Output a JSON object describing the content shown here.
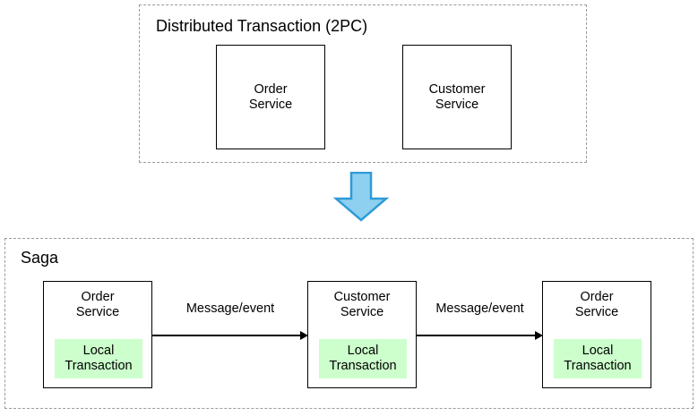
{
  "diagram": {
    "title_top": "Distributed Transaction (2PC)",
    "title_bottom": "Saga",
    "groups": [
      {
        "name": "distributed-transaction-2pc",
        "label": "Distributed Transaction (2PC)",
        "boxes": [
          {
            "name": "order-service",
            "label": "Order\nService"
          },
          {
            "name": "customer-service",
            "label": "Customer\nService"
          }
        ]
      },
      {
        "name": "saga",
        "label": "Saga",
        "boxes": [
          {
            "name": "order-service-1",
            "label": "Order\nService",
            "inner_label": "Local\nTransaction"
          },
          {
            "name": "customer-service",
            "label": "Customer\nService",
            "inner_label": "Local\nTransaction"
          },
          {
            "name": "order-service-2",
            "label": "Order\nService",
            "inner_label": "Local\nTransaction"
          }
        ],
        "connectors": [
          {
            "name": "message-event-1",
            "label": "Message/event"
          },
          {
            "name": "message-event-2",
            "label": "Message/event"
          }
        ]
      }
    ],
    "transition_arrow": {
      "name": "down-arrow",
      "direction": "down",
      "fill": "#8ed0f0",
      "stroke": "#2f9bd8"
    },
    "colors": {
      "background": "#ffffff",
      "box_stroke": "#000000",
      "group_stroke": "#9a9a9a",
      "local_transaction_fill": "#ccffcc",
      "text": "#000000"
    }
  }
}
